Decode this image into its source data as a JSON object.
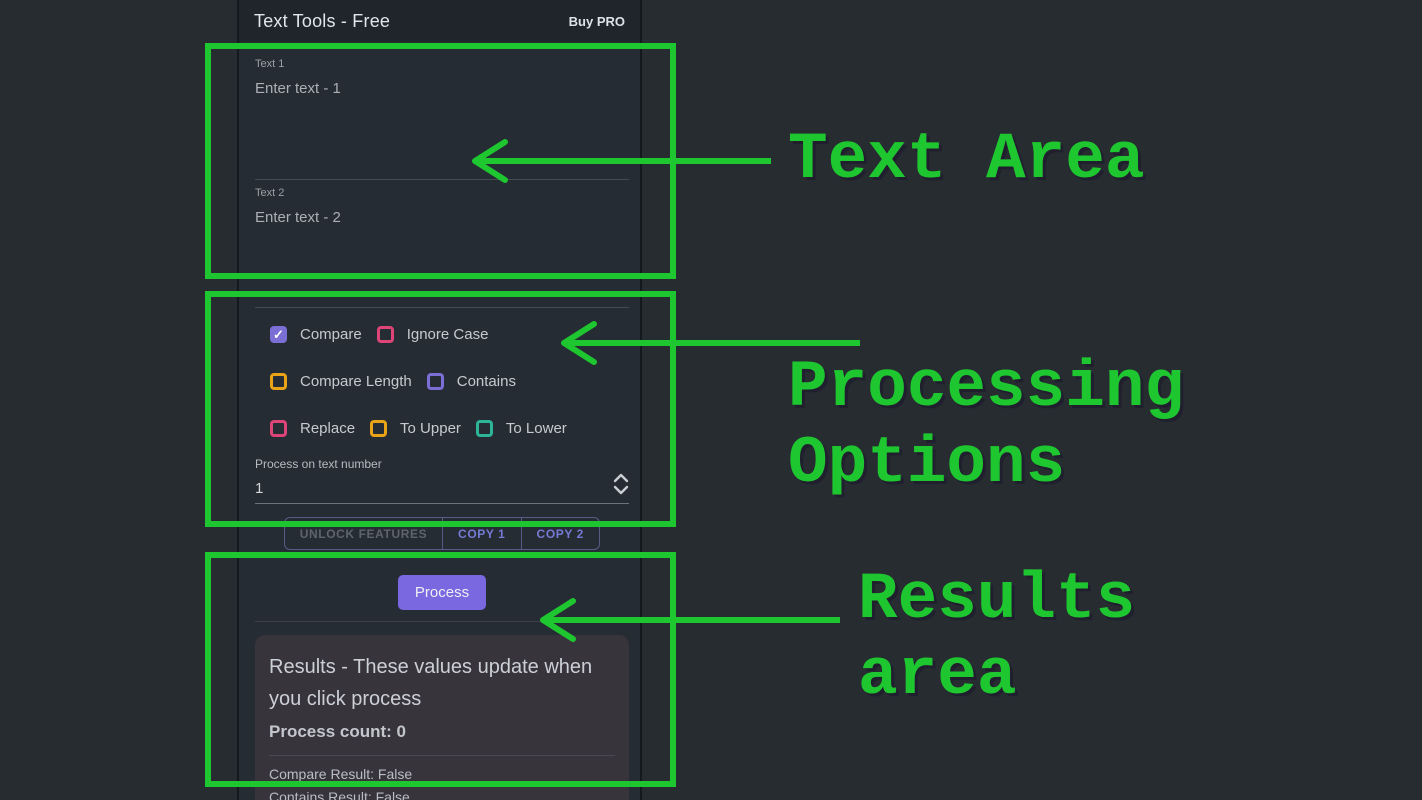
{
  "theme": {
    "annotation_green": "#1ec72f",
    "accent_purple": "#7b6fd6",
    "accent_pink": "#dd4478",
    "accent_amber": "#e8a317",
    "accent_teal": "#2cb597",
    "process_button_purple": "#7968df"
  },
  "app": {
    "topbar": {
      "title": "Text Tools - Free",
      "action": "Buy PRO"
    },
    "inputs": [
      {
        "label": "Text 1",
        "placeholder": "Enter text - 1"
      },
      {
        "label": "Text 2",
        "placeholder": "Enter text - 2"
      }
    ],
    "options": {
      "compare": "Compare",
      "ignore_case": "Ignore Case",
      "compare_length": "Compare Length",
      "contains": "Contains",
      "replace": "Replace",
      "to_upper": "To Upper",
      "to_lower": "To Lower"
    },
    "process_on": {
      "label": "Process on text number",
      "value": "1"
    },
    "buttons": {
      "unlock": "UNLOCK FEATURES",
      "copy1": "COPY 1",
      "copy2": "COPY 2",
      "process": "Process"
    },
    "results": {
      "title": "Results - These values update when you click process",
      "process_count_label": "Process count:",
      "process_count_value": "0",
      "compare_result": "Compare Result: False",
      "contains_result": "Contains Result: False"
    }
  },
  "annotations": {
    "text_area": "Text Area",
    "processing_line1": "Processing",
    "processing_line2": "Options",
    "results_line1": "Results",
    "results_line2": "area"
  }
}
